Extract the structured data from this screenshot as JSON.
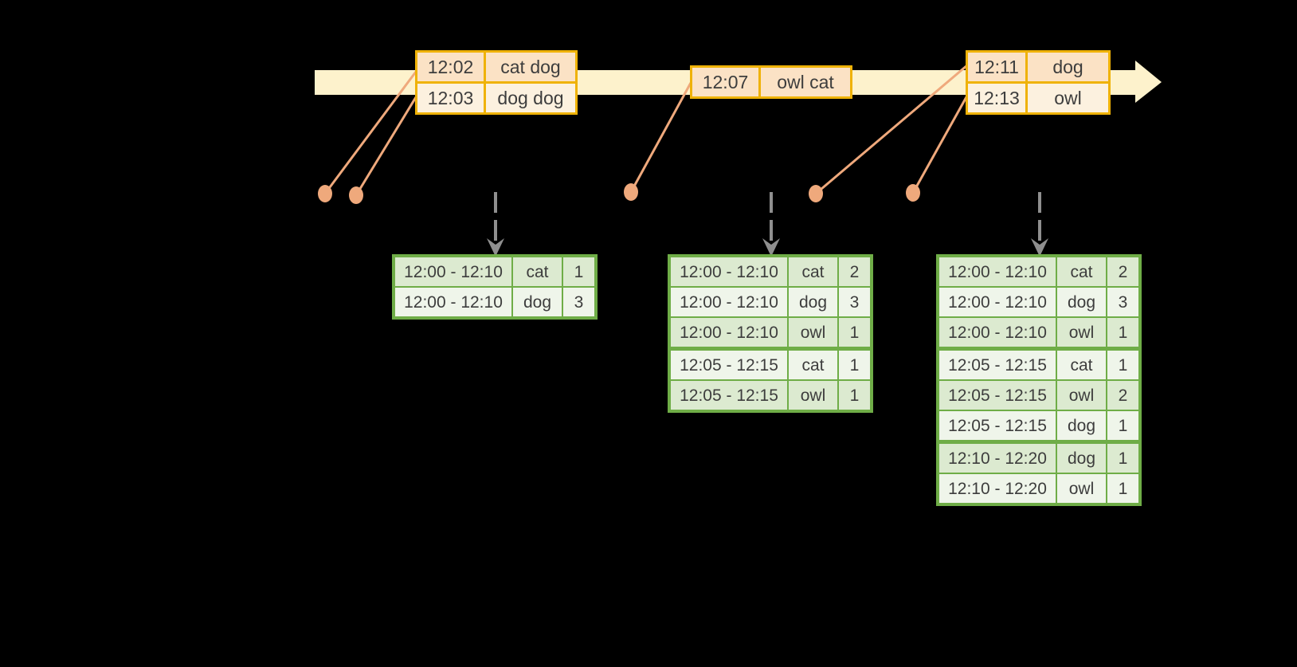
{
  "event_stream": {
    "batches": [
      {
        "events": [
          {
            "time": "12:02",
            "words": "cat dog"
          },
          {
            "time": "12:03",
            "words": "dog dog"
          }
        ]
      },
      {
        "events": [
          {
            "time": "12:07",
            "words": "owl cat"
          }
        ]
      },
      {
        "events": [
          {
            "time": "12:11",
            "words": "dog"
          },
          {
            "time": "12:13",
            "words": "owl"
          }
        ]
      }
    ]
  },
  "result_tables": [
    {
      "rows": [
        {
          "window": "12:00 - 12:10",
          "word": "cat",
          "count": "1"
        },
        {
          "window": "12:00 - 12:10",
          "word": "dog",
          "count": "3"
        }
      ]
    },
    {
      "rows": [
        {
          "window": "12:00 - 12:10",
          "word": "cat",
          "count": "2"
        },
        {
          "window": "12:00 - 12:10",
          "word": "dog",
          "count": "3"
        },
        {
          "window": "12:00 - 12:10",
          "word": "owl",
          "count": "1"
        },
        {
          "window": "12:05 - 12:15",
          "word": "cat",
          "count": "1"
        },
        {
          "window": "12:05 - 12:15",
          "word": "owl",
          "count": "1"
        }
      ]
    },
    {
      "rows": [
        {
          "window": "12:00 - 12:10",
          "word": "cat",
          "count": "2"
        },
        {
          "window": "12:00 - 12:10",
          "word": "dog",
          "count": "3"
        },
        {
          "window": "12:00 - 12:10",
          "word": "owl",
          "count": "1"
        },
        {
          "window": "12:05 - 12:15",
          "word": "cat",
          "count": "1"
        },
        {
          "window": "12:05 - 12:15",
          "word": "owl",
          "count": "2"
        },
        {
          "window": "12:05 - 12:15",
          "word": "dog",
          "count": "1"
        },
        {
          "window": "12:10 - 12:20",
          "word": "dog",
          "count": "1"
        },
        {
          "window": "12:10 - 12:20",
          "word": "owl",
          "count": "1"
        }
      ]
    }
  ],
  "colors": {
    "background": "#000000",
    "timeline_fill": "#FDF2CC",
    "event_table_border": "#EFB207",
    "event_row_fill": "#FBE2C5",
    "event_row_alt_fill": "#FCF1DF",
    "connector_salmon": "#EFA97C",
    "result_table_border": "#6FAD47",
    "result_row_fill": "#DCEAD0",
    "result_row_alt_fill": "#EFF5EA",
    "trigger_arrow_gray": "#8F8F8F",
    "text": "#3D3D3D"
  }
}
